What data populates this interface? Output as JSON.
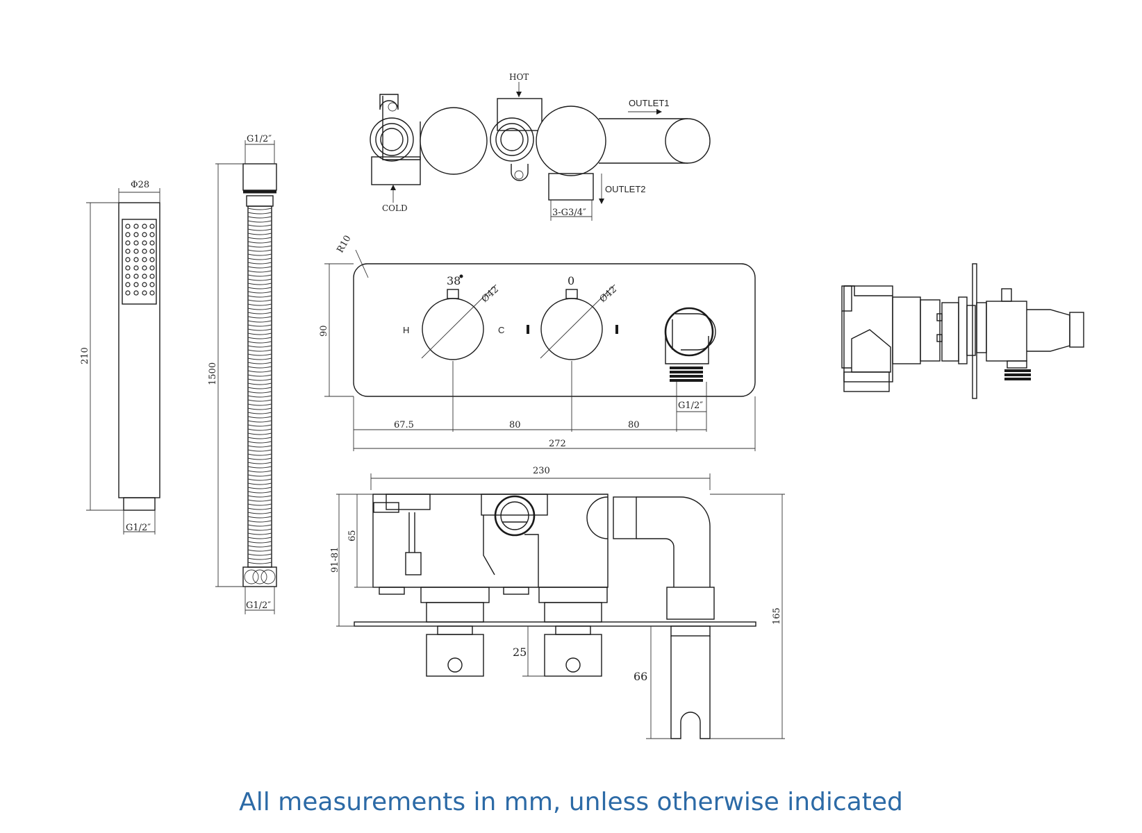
{
  "colors": {
    "line": "#1a1a1a",
    "footnote": "#2c6aa6",
    "background": "#ffffff"
  },
  "handset": {
    "diameter": "Φ28",
    "length": "210",
    "thread": "G1/2″"
  },
  "hose": {
    "thread_top": "G1/2″",
    "length": "1500",
    "thread_bottom": "G1/2″"
  },
  "valve_body": {
    "hot": "HOT",
    "cold": "COLD",
    "outlet1": "OUTLET1",
    "outlet2": "OUTLET2",
    "outlet_thread": "3-G3/4″"
  },
  "faceplate": {
    "radius": "R10",
    "height": "90",
    "left_dial_top": "38",
    "dial_diameter": "Ø42",
    "right_dial_top": "0",
    "hot_label": "H",
    "cold_label": "C",
    "elbow_thread": "G1/2″",
    "dim_a": "67.5",
    "dim_b": "80",
    "dim_c": "80",
    "width": "272"
  },
  "side_view": {
    "depth": "230",
    "body_depth": "65",
    "adjust_range": "91-81",
    "handle_depth": "25",
    "total_height": "165",
    "bracket_depth": "66"
  },
  "footnote": "All measurements in mm, unless otherwise indicated"
}
